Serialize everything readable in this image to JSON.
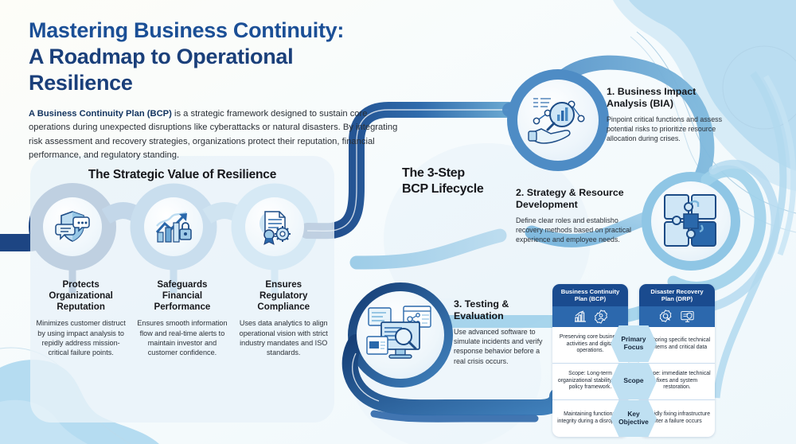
{
  "header": {
    "title_line1": "Mastering Business Continuity:",
    "title_line2": "A Roadmap to Operational Resilience",
    "intro_lead": "A Business Continuity Plan (BCP)",
    "intro_rest": " is a strategic framework designed to sustain core operations during unexpected disruptions like cyberattacks or natural disasters. By integrating risk assessment and recovery strategies, organizations protect their reputation, financial performance, and regulatory standing."
  },
  "value_panel": {
    "title": "The Strategic Value of Resilience",
    "items": [
      {
        "icon": "shield-chat-icon",
        "heading": "Protects\nOrganizational\nReputation",
        "body": "Minimizes customer distruct by using impact analysis to repidly address mission-critical failure points."
      },
      {
        "icon": "growth-chart-lock-icon",
        "heading": "Safeguards\nFinancial\nPerformance",
        "body": "Ensures smooth information flow and real-time alerts to maintain investor and customer confidence."
      },
      {
        "icon": "certificate-gear-icon",
        "heading": "Ensures\nRegulatory\nCompliance",
        "body": "Uses data analytics to align operational vision with strict industry mandates and ISO standards."
      }
    ]
  },
  "lifecycle": {
    "label": "The 3-Step\nBCP Lifecycle",
    "steps": [
      {
        "icon": "hand-magnifier-analytics-icon",
        "title": "1. Business Impact\nAnalysis (BIA)",
        "body": "Pinpoint critical functions and assess potential risks to prioritize resource allocation during crises."
      },
      {
        "icon": "puzzle-pieces-icon",
        "title": "2. Strategy & Resource\nDevelopment",
        "body": "Define clear roles and establisho recovery methods based on practical experience and employee needs."
      },
      {
        "icon": "monitor-dashboard-search-icon",
        "title": "3. Testing &\nEvaluation",
        "body": "Use advanced software to simulate incidents and verify response behavior before a real crisis occurs."
      }
    ]
  },
  "comparison": {
    "left_header": "Business Continuity\nPlan (BCP)",
    "right_header": "Disaster Recovery\nPlan (DRP)",
    "left_icons": [
      "bar-chart-icon",
      "gear-user-icon"
    ],
    "right_icons": [
      "gear-search-icon",
      "monitor-shield-icon"
    ],
    "rows": [
      {
        "center": "Primary\nFocus",
        "left": "Preserving core business activities and digital operations.",
        "right": "Restoring specific technical systems and critical data"
      },
      {
        "center": "Scope",
        "left": "Scope: Long-term organizational stability and policy framework.",
        "right": "Scope: immediate technical fixes and system restoration."
      },
      {
        "center": "Key\nObjective",
        "left": "Maintaining functional integrity during a disroption",
        "right": "Rapidly fixing infrastructure after a failure occurs"
      }
    ]
  },
  "colors": {
    "title_blue": "#1b4f96",
    "deep_navy": "#1a4b8f",
    "ribbon_dark": "#1f4d8f",
    "ribbon_mid": "#4a87c2",
    "ribbon_light": "#8cc4e3",
    "panel_bg": "#e9f3f9",
    "page_bg": "#f7fbfd",
    "hex_blue": "#bfe0f2"
  }
}
